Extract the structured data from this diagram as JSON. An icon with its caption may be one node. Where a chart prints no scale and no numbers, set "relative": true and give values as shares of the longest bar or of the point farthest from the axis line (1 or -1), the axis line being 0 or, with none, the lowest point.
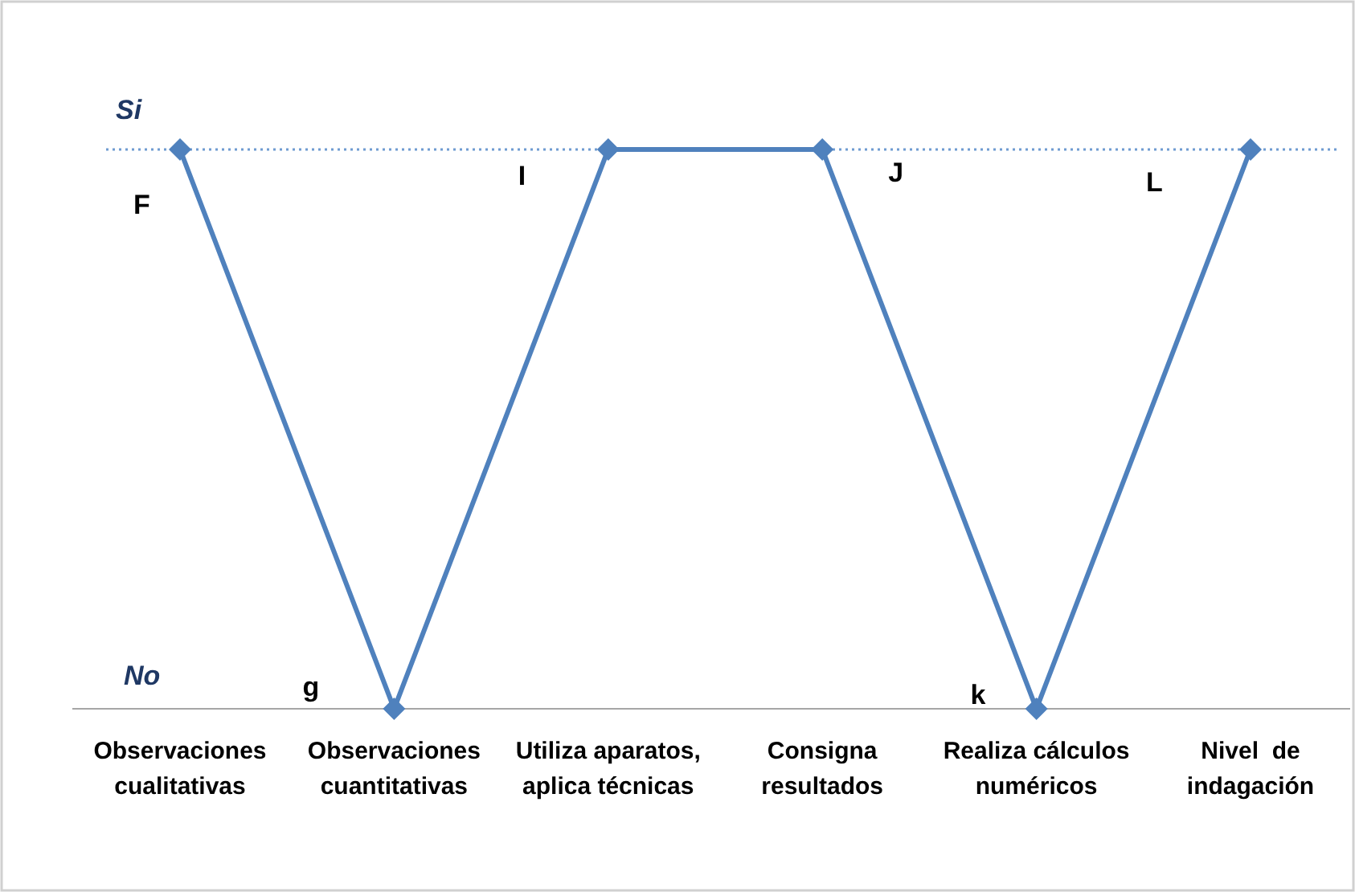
{
  "diagram": {
    "labels": [
      "Si",
      "No"
    ],
    "chart_data": {
      "type": "line",
      "categories": [
        "Observaciones cualitativas",
        "Observaciones cuantitativas",
        "Utiliza aparatos, aplica técnicas",
        "Consigna resultados",
        "Realiza cálculos numéricos",
        "Nivel  de indagación"
      ],
      "series": [
        {
          "color": "#4f81bd",
          "marker": "diamond",
          "values": [
            1,
            0,
            1,
            1,
            0,
            1
          ]
        }
      ],
      "ylim": [
        0,
        1
      ],
      "relative": true,
      "annotations": [
        "F",
        "g",
        "I",
        "J",
        "k",
        "L"
      ]
    }
  }
}
